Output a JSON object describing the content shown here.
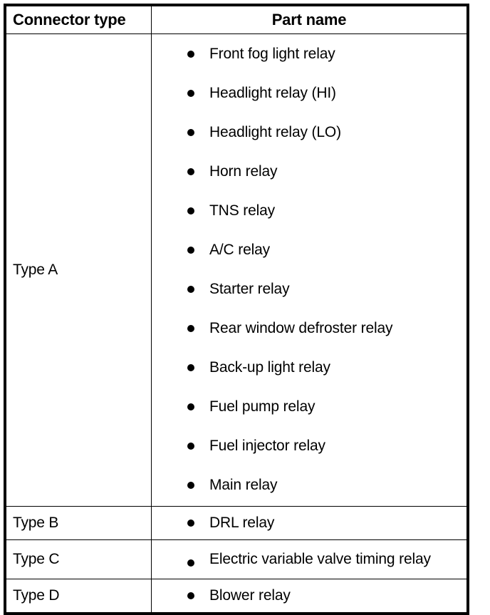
{
  "table": {
    "headers": {
      "connector_type": "Connector type",
      "part_name": "Part name"
    },
    "rows": [
      {
        "connector_type": "Type A",
        "parts": [
          "Front fog light relay",
          "Headlight relay (HI)",
          "Headlight relay (LO)",
          "Horn relay",
          "TNS relay",
          "A/C relay",
          "Starter relay",
          "Rear window defroster relay",
          "Back-up light relay",
          "Fuel pump relay",
          "Fuel injector relay",
          "Main relay"
        ]
      },
      {
        "connector_type": "Type B",
        "parts": [
          "DRL relay"
        ]
      },
      {
        "connector_type": "Type C",
        "parts": [
          "Electric variable valve timing relay"
        ]
      },
      {
        "connector_type": "Type D",
        "parts": [
          "Blower relay"
        ]
      }
    ]
  },
  "colors": {
    "border": "#000000",
    "text": "#000000",
    "background": "#ffffff"
  }
}
